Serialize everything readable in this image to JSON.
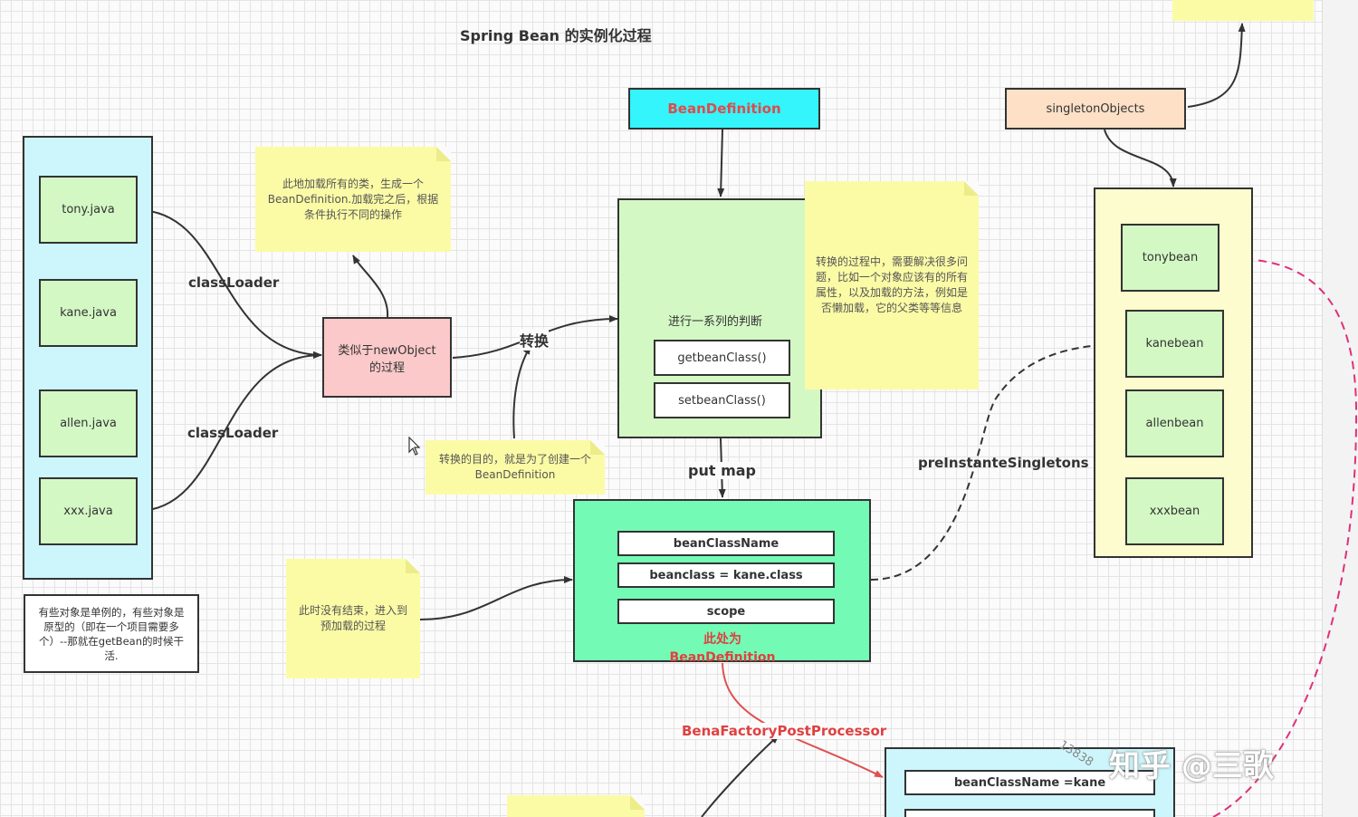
{
  "title": "Spring Bean 的实例化过程",
  "classes": [
    "tony.java",
    "kane.java",
    "allen.java",
    "xxx.java"
  ],
  "note_singleton": "有些对象是单例的，有些对象是原型的（即在一个项目需要多个）--那就在getBean的时候干活.",
  "class_loader_label": "classLoader",
  "note_load": "此地加载所有的类，生成一个BeanDefinition.加载完之后，根据条件执行不同的操作",
  "new_object": "类似于newObject的过程",
  "convert_label": "转换",
  "note_convert_purpose": "转换的目的，就是为了创建一个BeanDefinition",
  "bean_definition_title": "BeanDefinition",
  "judge": {
    "text": "进行一系列的判断",
    "methods": [
      "getbeanClass()",
      "setbeanClass()"
    ]
  },
  "note_convert_process": "转换的过程中，需要解决很多问题，比如一个对象应该有的所有属性，以及加载的方法，例如是否懒加载，它的父类等等信息",
  "put_map_label": "put map",
  "bd_fields": [
    "beanClassName",
    "beanclass = kane.class",
    "scope"
  ],
  "bd_here": "此处为BeanDefinition",
  "note_preload": "此时没有结束，进入到预加载的过程",
  "pre_instante_label": "preInstanteSingletons",
  "singleton_objects": "singletonObjects",
  "beans": [
    "tonybean",
    "kanebean",
    "allenbean",
    "xxxbean"
  ],
  "processor_label": "BenaFactoryPostProcessor",
  "bottom_fields": [
    "beanClassName =kane"
  ],
  "watermark": "知乎 @三歌",
  "watermark_id": "13838"
}
